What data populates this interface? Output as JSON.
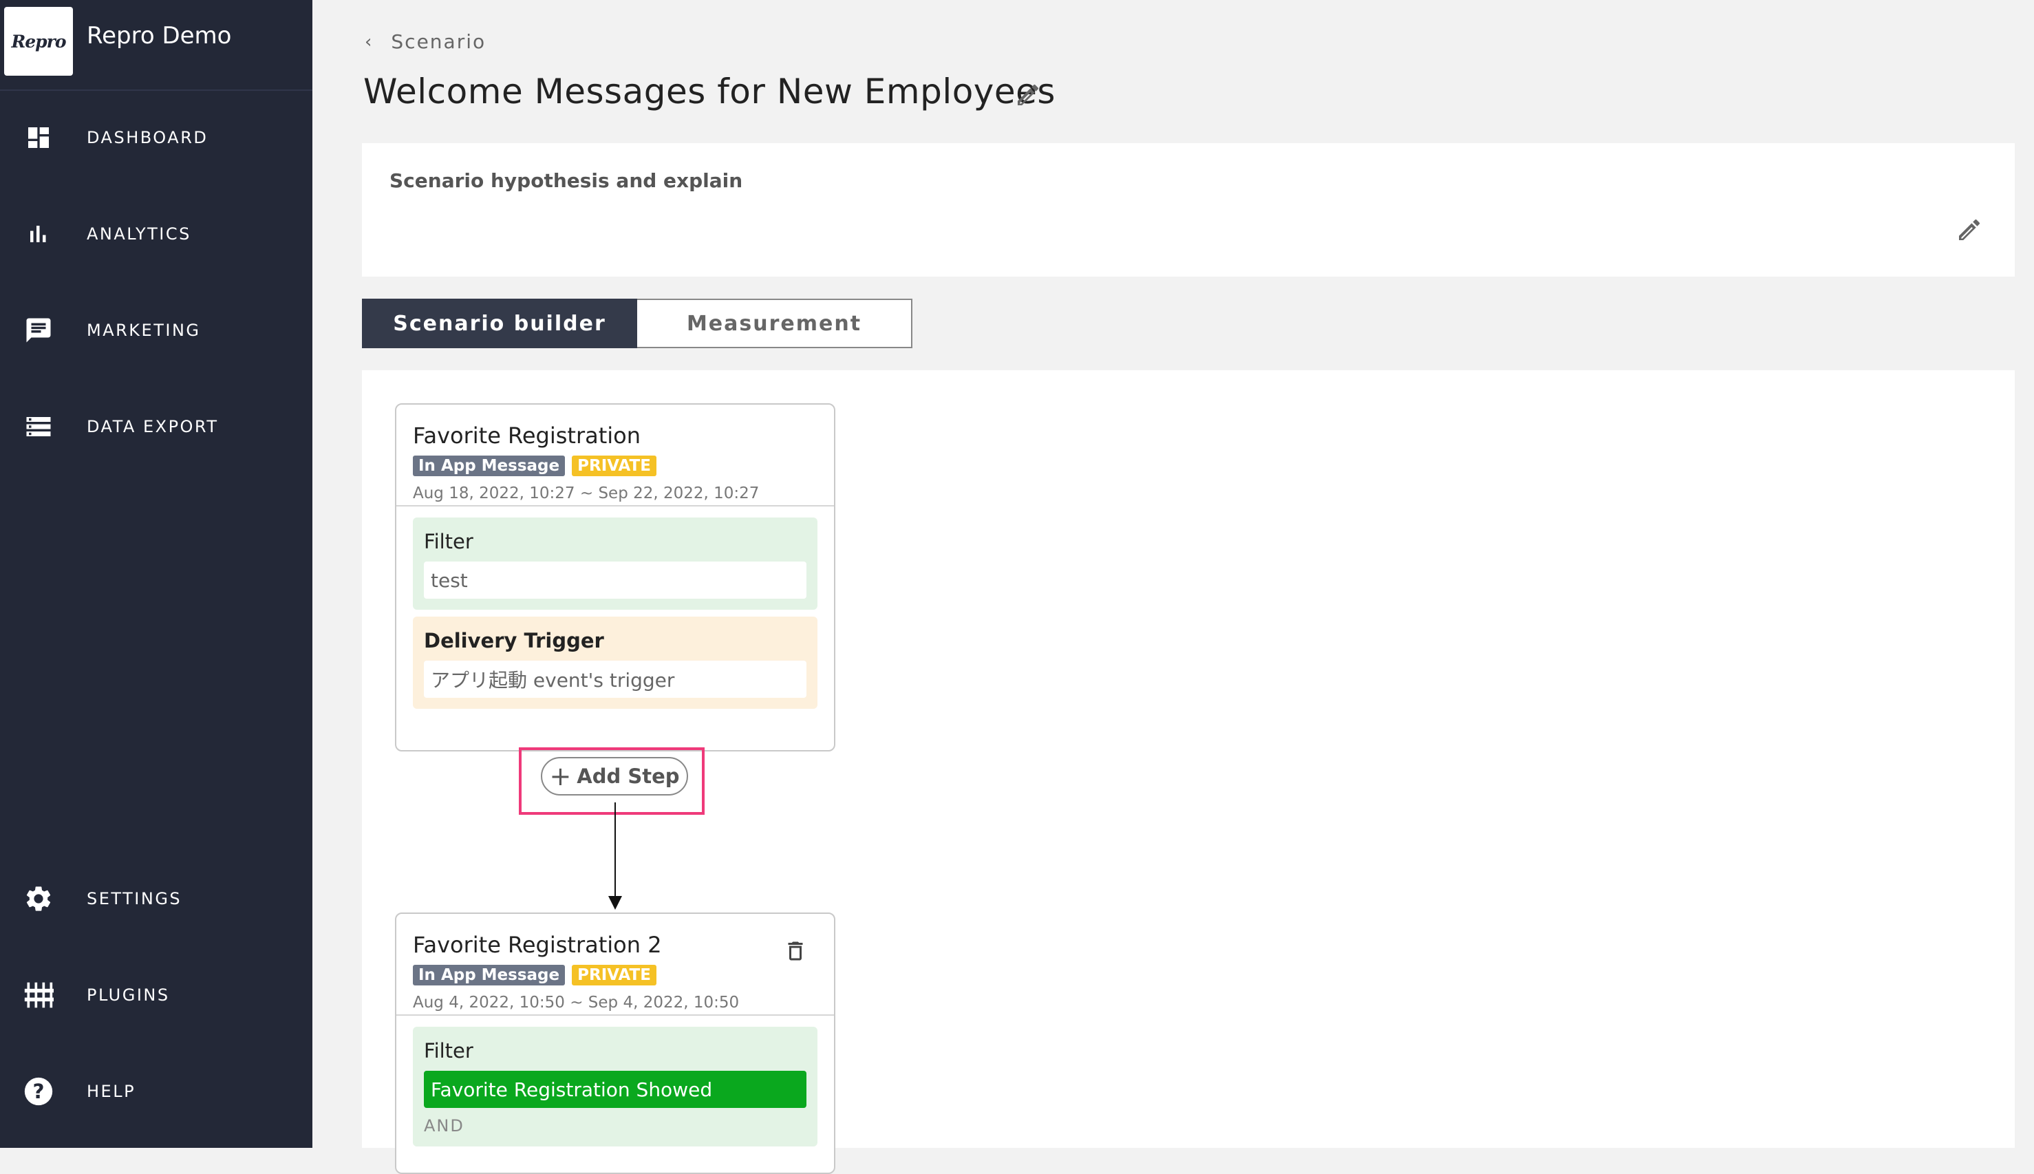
{
  "app": {
    "logo_text": "Repro",
    "name": "Repro Demo"
  },
  "sidebar": {
    "items": [
      {
        "label": "DASHBOARD",
        "icon": "dashboard-icon"
      },
      {
        "label": "ANALYTICS",
        "icon": "bar-chart-icon"
      },
      {
        "label": "MARKETING",
        "icon": "chat-icon"
      },
      {
        "label": "DATA EXPORT",
        "icon": "list-icon"
      },
      {
        "label": "SETTINGS",
        "icon": "gear-icon"
      },
      {
        "label": "PLUGINS",
        "icon": "sliders-icon"
      },
      {
        "label": "HELP",
        "icon": "help-icon"
      }
    ]
  },
  "breadcrumb": {
    "label": "Scenario"
  },
  "page": {
    "title": "Welcome Messages for New Employees"
  },
  "hypothesis": {
    "label": "Scenario hypothesis and explain"
  },
  "tabs": [
    {
      "label": "Scenario builder",
      "active": true
    },
    {
      "label": "Measurement",
      "active": false
    }
  ],
  "steps": [
    {
      "name": "Favorite Registration",
      "type_badge": "In App Message",
      "visibility_badge": "PRIVATE",
      "dates": "Aug 18, 2022, 10:27 ~ Sep 22, 2022, 10:27",
      "filter_label": "Filter",
      "filter_value": "test",
      "trigger_label": "Delivery Trigger",
      "trigger_value": "アプリ起動 event's trigger"
    },
    {
      "name": "Favorite Registration 2",
      "type_badge": "In App Message",
      "visibility_badge": "PRIVATE",
      "dates": "Aug 4, 2022, 10:50 ~ Sep 4, 2022, 10:50",
      "filter_label": "Filter",
      "filter_value": "Favorite Registration Showed",
      "and_label": "AND"
    }
  ],
  "add_step": {
    "label": "Add Step"
  },
  "colors": {
    "sidebar_bg": "#232837",
    "highlight": "#ef3a7a",
    "badge_type": "#6b7486",
    "badge_private": "#f5c125",
    "filter_green": "#0aa81e"
  }
}
